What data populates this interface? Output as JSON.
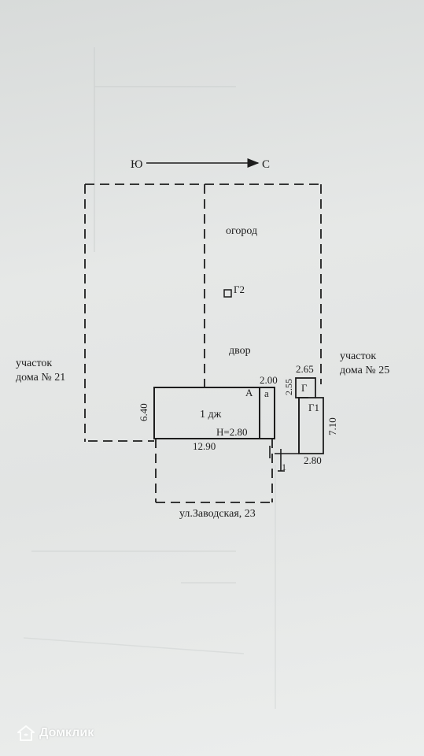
{
  "plan": {
    "compass": {
      "south": "Ю",
      "north": "С"
    },
    "labels": {
      "garden": "огород",
      "yard": "двор",
      "shed_g2": "Г2",
      "main_house": "1 дж",
      "house_letter_big": "А",
      "house_letter_small": "а",
      "height": "Н=2.80",
      "garage": "Г",
      "outbuilding": "Г1",
      "entrance_mark": "1"
    },
    "dimensions": {
      "house_width": "12.90",
      "house_depth": "6.40",
      "annex_width": "2.00",
      "garage_width": "2.65",
      "garage_depth": "2.55",
      "outbuilding_depth": "7.10",
      "outbuilding_width": "2.80"
    },
    "neighbors": {
      "left": [
        "участок",
        "дома № 21"
      ],
      "right": [
        "участок",
        "дома № 25"
      ]
    },
    "address": "ул.Заводская, 23"
  },
  "watermark": {
    "text": "Домклик"
  },
  "colors": {
    "ink": "#1d1d1d",
    "paper": "#e4e6e5",
    "watermark": "#ffffff"
  }
}
